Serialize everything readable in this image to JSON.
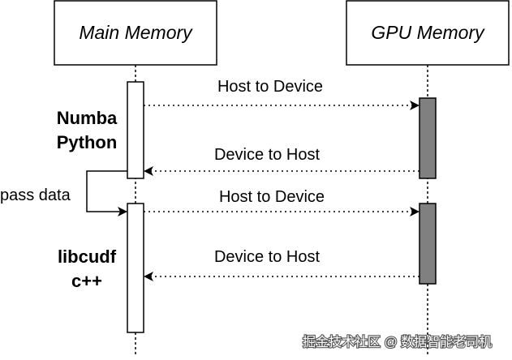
{
  "participants": {
    "main": "Main Memory",
    "gpu": "GPU Memory"
  },
  "groups": {
    "numba_line1": "Numba",
    "numba_line2": "Python",
    "libcudf_line1": "libcudf",
    "libcudf_line2": "c++"
  },
  "messages": {
    "m1": "Host to Device",
    "m2": "Device to Host",
    "m3": "Host to Device",
    "m4": "Device to Host"
  },
  "self_message": "pass data",
  "watermark": "掘金技术社区 @ 数据智能老司机",
  "colors": {
    "gpu_activation": "#808080",
    "main_activation": "#ffffff",
    "stroke": "#000000"
  }
}
